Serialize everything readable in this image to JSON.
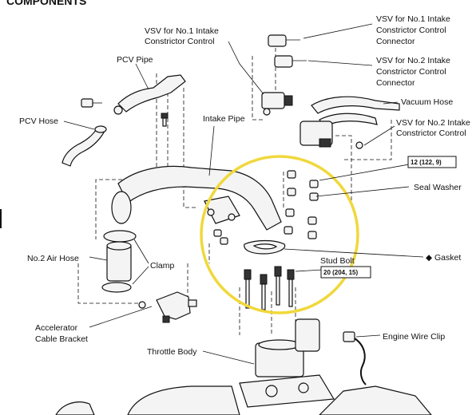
{
  "header": {
    "title": "COMPONENTS"
  },
  "labels": {
    "vsv1_connector": [
      "VSV for No.1 Intake",
      "Constrictor  Control",
      "Connector"
    ],
    "vsv2_connector": [
      "VSV for No.2 Intake",
      "Constrictor  Control",
      "Connector"
    ],
    "vsv1_control": [
      "VSV for No.1 Intake",
      "Constrictor Control"
    ],
    "vsv2_control": [
      "VSV for No.2 Intake",
      "Constrictor Control"
    ],
    "pcv_pipe": "PCV Pipe",
    "pcv_hose": "PCV Hose",
    "intake_pipe": "Intake Pipe",
    "vacuum_hose": "Vacuum Hose",
    "seal_washer": "Seal Washer",
    "gasket": "◆ Gasket",
    "stud_bolt": "Stud Bolt",
    "no2_air_hose": "No.2 Air Hose",
    "clamp": "Clamp",
    "accelerator_bracket": [
      "Accelerator",
      "Cable Bracket"
    ],
    "throttle_body": "Throttle Body",
    "engine_wire_clip": "Engine Wire Clip"
  },
  "torque_specs": {
    "seal_washer_torque": "12 (122, 9)",
    "stud_bolt_torque": "20 (204, 15)"
  },
  "colors": {
    "highlight_circle": "#f0d83c",
    "ink": "#111111"
  }
}
